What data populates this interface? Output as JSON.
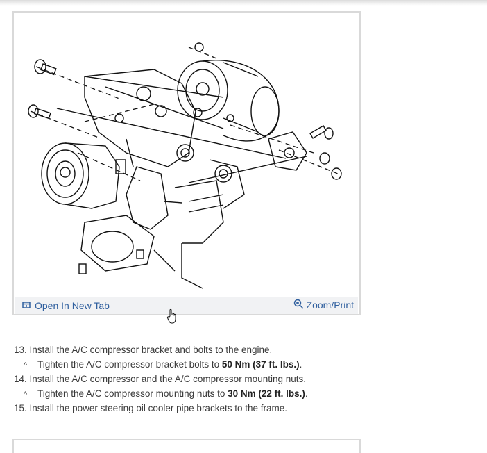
{
  "figure": {
    "open_tab_label": "Open In New Tab",
    "zoom_print_label": "Zoom/Print"
  },
  "steps": [
    {
      "number": "13.",
      "text": "Install the A/C compressor bracket and bolts to the engine."
    },
    {
      "sub_prefix": "Tighten the A/C compressor bracket bolts to ",
      "sub_bold": "50 Nm (37 ft. lbs.)",
      "sub_suffix": "."
    },
    {
      "number": "14.",
      "text": "Install the A/C compressor and the A/C compressor mounting nuts."
    },
    {
      "sub_prefix": "Tighten the A/C compressor mounting nuts to ",
      "sub_bold": "30 Nm (22 ft. lbs.)",
      "sub_suffix": "."
    },
    {
      "number": "15.",
      "text": "Install the power steering oil cooler pipe brackets to the frame."
    }
  ],
  "caret_symbol": "^",
  "colors": {
    "link": "#2f5f9e",
    "bar_bg": "#f1f2f4",
    "border": "#d9d9d9"
  },
  "icons": [
    "open-new-tab-icon",
    "zoom-icon",
    "hand-cursor-icon"
  ]
}
